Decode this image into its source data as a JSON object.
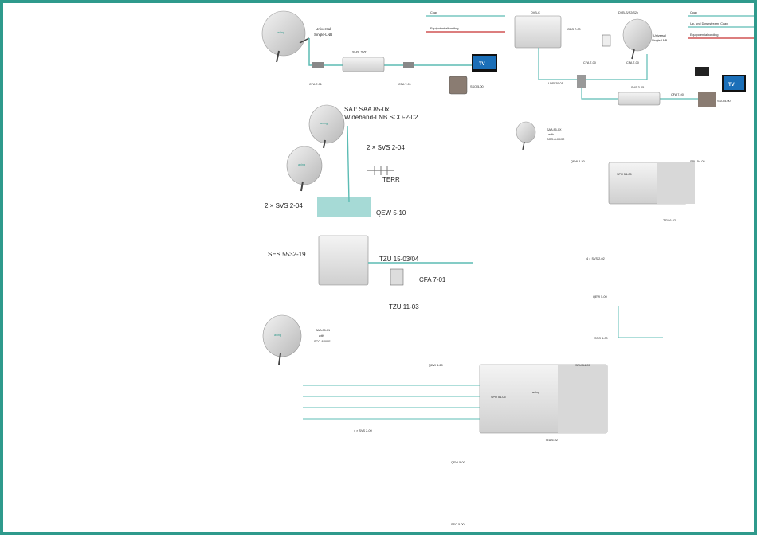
{
  "colors": {
    "frame": "#2f9a8c",
    "coax": "#5cbcb4",
    "terr": "#c83232",
    "accent": "#c83232"
  },
  "legend_left": {
    "coax": "Coax",
    "equipotential": "Equipotentialbonding"
  },
  "legend_right": {
    "coax": "Coax",
    "updown": "Up- und Downstream (Coax)",
    "equipotential": "Equipotentialbonding"
  },
  "diag1": {
    "lnb": "Universal",
    "lnb2": "Single-LNB",
    "svs": "SVS 2-01",
    "cfa1": "CFA 7-01",
    "cfa2": "CFA 7-01",
    "sso": "SSO 5-00",
    "tv": "TV"
  },
  "diag2": {
    "dvbc": "DVB-C",
    "dvbs2": "DVB-S/S2/S2x",
    "lnb": "Universal",
    "lnb2": "Single-LNB",
    "gbs": "GBS 7-00",
    "cfa1": "CFA 7-00",
    "cfa2": "CFA 7-00",
    "uvr": "UVR 20-01",
    "svs": "SVS 3-05",
    "cfa3": "CFA 7-00",
    "sso": "SSO 5-00",
    "tv": "TV"
  },
  "diag3": {
    "sat": "SAT: SAA 85-0x",
    "lnb": "Wideband-LNB SCO-2-02",
    "svs_top": "2 × SVS 2-04",
    "terr": "TERR",
    "svs_left": "2 × SVS 2-04",
    "qew": "QEW 5-10",
    "ses": "SES 5532-19",
    "tzu1": "TZU 15-03/04",
    "cfa": "CFA 7-01",
    "tzu2": "TZU 11-03"
  },
  "diag4": {
    "saa": "SAA 85-0X",
    "with": "with",
    "sco": "SCO-8-00/02",
    "qew": "QEW 4-20",
    "spu": "SPU 54-05",
    "tzu": "TZU 6-02",
    "svs": "4 × SVS 2-02",
    "qew2": "QEW 5-00",
    "sso": "SSO 5-00"
  },
  "diag5": {
    "saa": "SAA 85-01",
    "with": "with",
    "sco": "SCO-8-00/01",
    "qew": "QEW 4-20",
    "spu": "SPU 54-05",
    "tzu": "TZU 6-02",
    "svs": "4 × SVS 2-00",
    "qew2": "QEW 5-00",
    "sso": "SSO 5-00"
  },
  "device_text": {
    "spu": "SPU 54-05",
    "brand": "axing"
  }
}
